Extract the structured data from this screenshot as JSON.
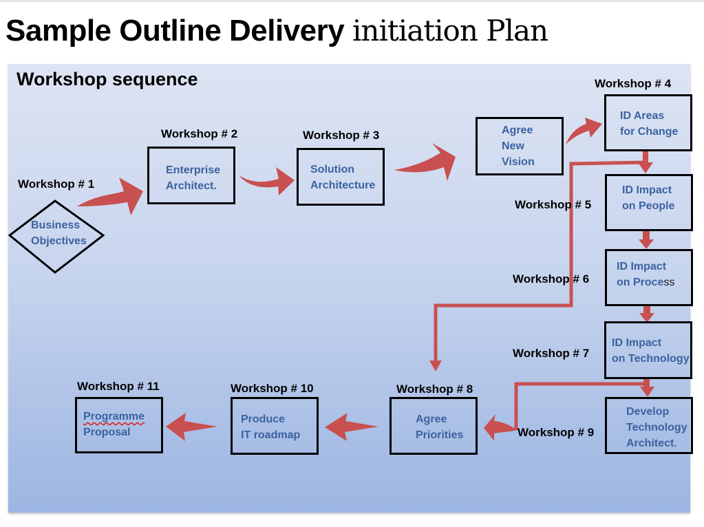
{
  "page": {
    "title_bold": "Sample Outline Delivery",
    "title_serif": "initiation Plan"
  },
  "diagram": {
    "section_title": "Workshop sequence",
    "colors": {
      "arrow": "#c85050",
      "node_text": "#3a62a0",
      "node_border": "#000000",
      "panel_top": "#dde4f3",
      "panel_bottom": "#9cb5e2"
    },
    "workshops": [
      {
        "label": "Workshop # 1",
        "lines": [
          "Business",
          "Objectives"
        ],
        "shape": "diamond"
      },
      {
        "label": "Workshop # 2",
        "lines": [
          "Enterprise",
          "Architect."
        ],
        "shape": "box"
      },
      {
        "label": "Workshop # 3",
        "lines": [
          "Solution",
          "Architecture"
        ],
        "shape": "box"
      },
      {
        "label": "",
        "lines": [
          "Agree",
          "New",
          "Vision"
        ],
        "shape": "box"
      },
      {
        "label": "Workshop # 4",
        "lines": [
          "ID Areas",
          "for Change"
        ],
        "shape": "box"
      },
      {
        "label": "Workshop # 5",
        "lines": [
          "ID Impact",
          "on People"
        ],
        "shape": "box"
      },
      {
        "label": "Workshop # 6",
        "lines": [
          "ID Impact",
          "on Proce",
          "ss"
        ],
        "shape": "box"
      },
      {
        "label": "Workshop # 7",
        "lines": [
          "ID Impact",
          "on Technology"
        ],
        "shape": "box"
      },
      {
        "label": "Workshop # 8",
        "lines": [
          "Agree",
          "Priorities"
        ],
        "shape": "box"
      },
      {
        "label": "Workshop # 9",
        "lines": [
          "Develop",
          "Technology",
          "Architect",
          "."
        ],
        "shape": "box"
      },
      {
        "label": "Workshop # 10",
        "lines": [
          "Produce",
          "IT roadmap"
        ],
        "shape": "box"
      },
      {
        "label": "Workshop # 11",
        "lines": [
          "Programme",
          "Proposal"
        ],
        "shape": "box"
      }
    ],
    "flow": [
      [
        "Business Objectives",
        "Enterprise Architect."
      ],
      [
        "Enterprise Architect.",
        "Solution Architecture"
      ],
      [
        "Solution Architecture",
        "Agree New Vision"
      ],
      [
        "Agree New Vision",
        "ID Areas for Change"
      ],
      [
        "ID Areas for Change",
        "ID Impact on People"
      ],
      [
        "ID Areas for Change",
        "Agree Priorities"
      ],
      [
        "ID Impact on People",
        "ID Impact on Process"
      ],
      [
        "ID Impact on Process",
        "ID Impact on Technology"
      ],
      [
        "ID Impact on Technology",
        "Develop Technology Architect."
      ],
      [
        "ID Impact on Technology",
        "Agree Priorities"
      ],
      [
        "Agree Priorities",
        "Produce IT roadmap"
      ],
      [
        "Produce IT roadmap",
        "Programme Proposal"
      ]
    ]
  }
}
